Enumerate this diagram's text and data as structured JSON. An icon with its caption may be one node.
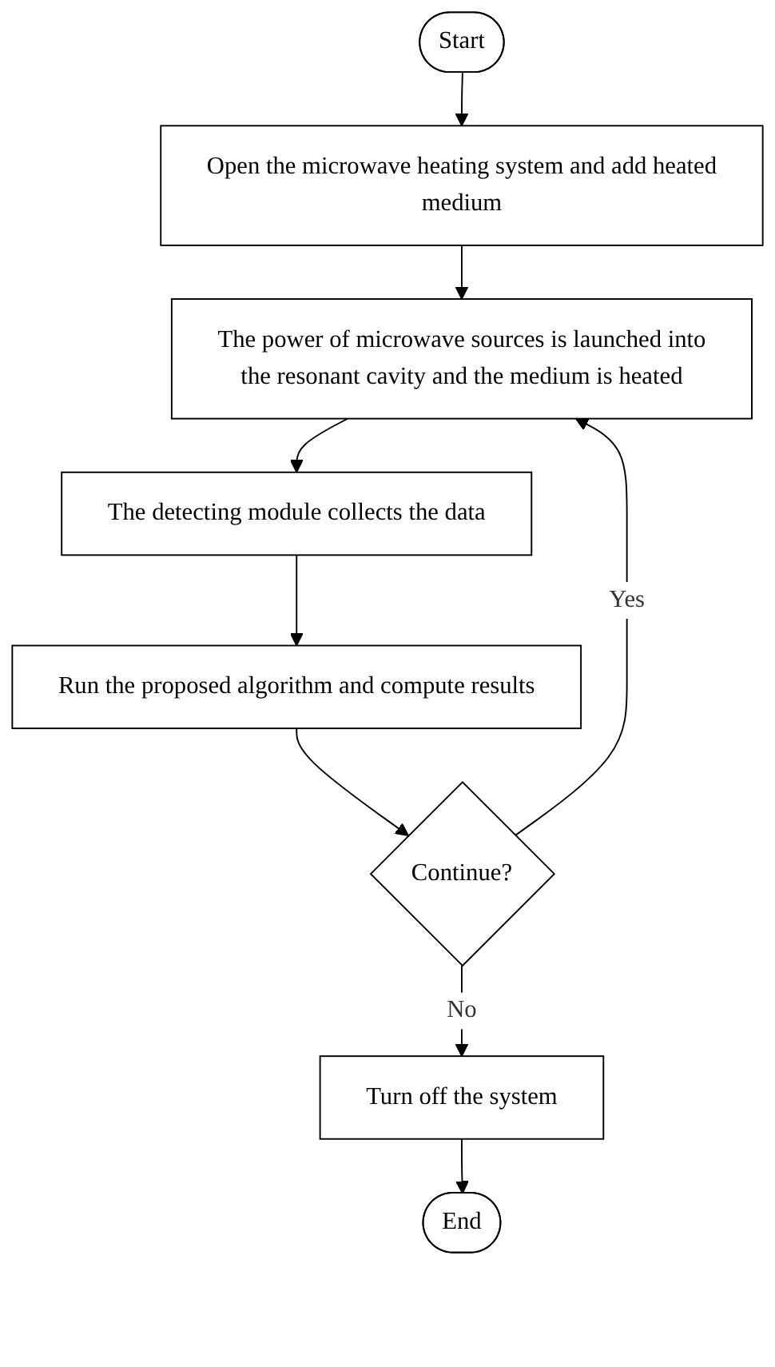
{
  "diagram": {
    "nodes": [
      {
        "text": [
          "Start"
        ]
      },
      {
        "text": [
          "Open the microwave heating system and add heated medium"
        ]
      },
      {
        "text": [
          "The power of microwave sources is launched into the resonant cavity and the medium is heated"
        ]
      },
      {
        "text": [
          "The detecting module collects the data"
        ]
      },
      {
        "text": [
          "Run the proposed algorithm and compute results"
        ]
      },
      {
        "text": [
          "Continue?"
        ]
      },
      {
        "text": [
          "Turn off the system"
        ]
      },
      {
        "text": [
          "End"
        ]
      }
    ],
    "edges": [
      {
        "from": 0,
        "to": 1,
        "arrow": "to"
      },
      {
        "from": 1,
        "to": 2,
        "arrow": "to"
      },
      {
        "from": 2,
        "to": 3,
        "arrow": "to"
      },
      {
        "from": 3,
        "to": 4,
        "arrow": "to"
      },
      {
        "from": 4,
        "to": 5,
        "arrow": "to"
      },
      {
        "from": 5,
        "to": 2,
        "label": "Yes",
        "arrow": "to"
      },
      {
        "from": 5,
        "to": 6,
        "label": "No",
        "arrow": "to"
      },
      {
        "from": 6,
        "to": 7,
        "arrow": "to"
      }
    ]
  }
}
